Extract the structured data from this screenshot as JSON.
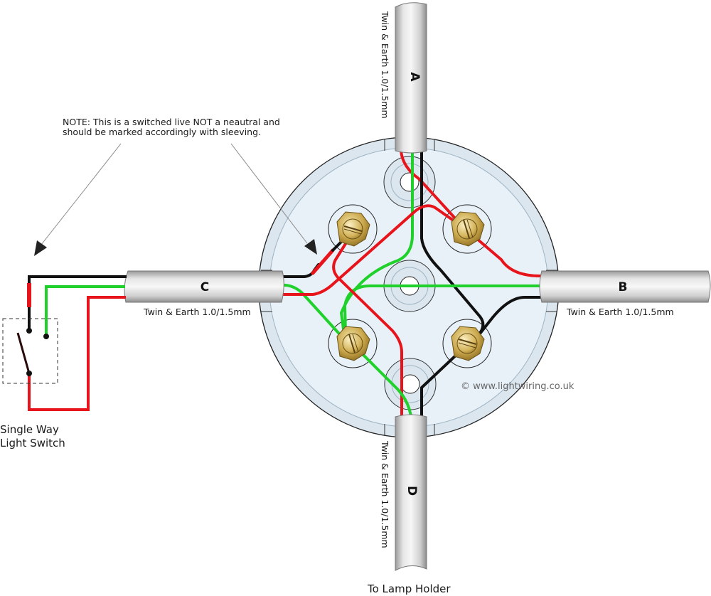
{
  "title": "Junction box wiring diagram - single way light switch",
  "note": {
    "line1": "NOTE: This is a switched live NOT a neautral and",
    "line2": "should be marked accordingly with sleeving."
  },
  "cables": {
    "A": {
      "letter": "A",
      "spec": "Twin & Earth 1.0/1.5mm"
    },
    "B": {
      "letter": "B",
      "spec": "Twin & Earth 1.0/1.5mm"
    },
    "C": {
      "letter": "C",
      "spec": "Twin & Earth 1.0/1.5mm"
    },
    "D": {
      "letter": "D",
      "spec": "Twin & Earth 1.0/1.5mm"
    }
  },
  "switch_label": {
    "line1": "Single Way",
    "line2": "Light Switch"
  },
  "lamp_label": "To Lamp Holder",
  "copyright": "© www.lightwiring.co.uk",
  "colors": {
    "live": "#e8141b",
    "neutral": "#111111",
    "earth": "#1fd12a",
    "box_fill": "#e6eff7",
    "brass": "#c9a64a"
  }
}
